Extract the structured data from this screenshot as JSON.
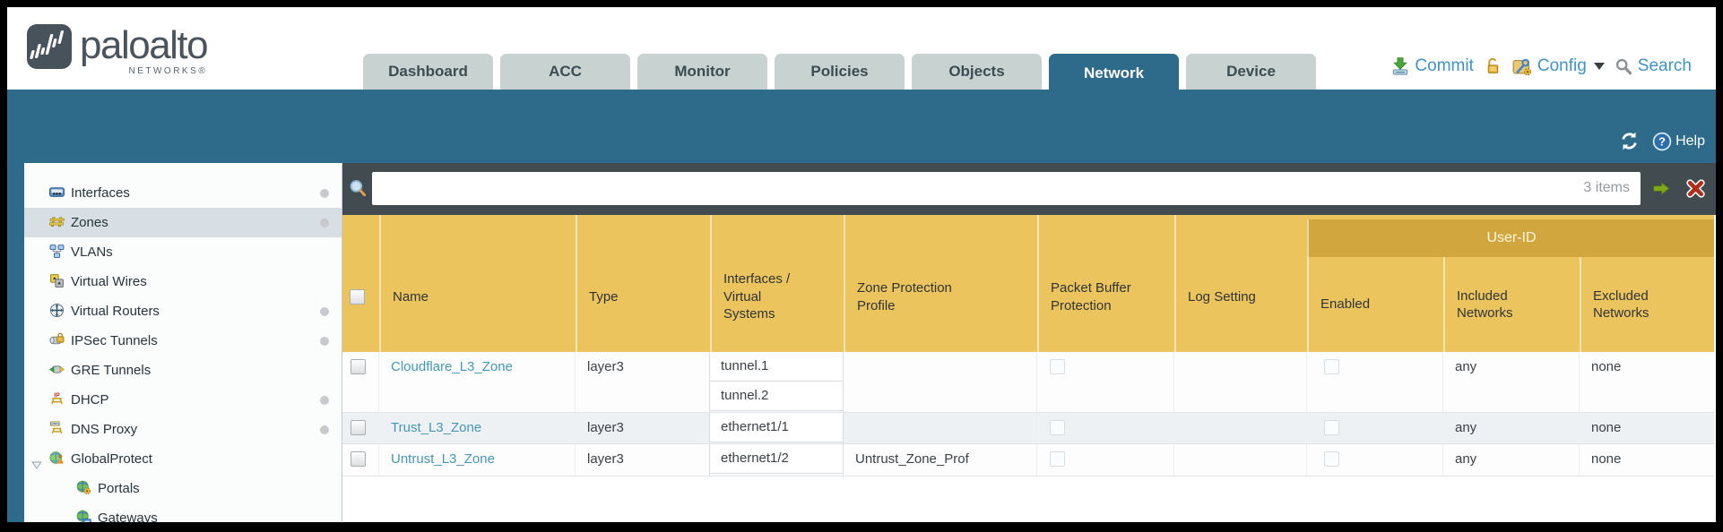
{
  "brand": {
    "name": "paloalto",
    "sub": "NETWORKS®"
  },
  "nav_tabs": [
    {
      "label": "Dashboard",
      "active": false
    },
    {
      "label": "ACC",
      "active": false
    },
    {
      "label": "Monitor",
      "active": false
    },
    {
      "label": "Policies",
      "active": false
    },
    {
      "label": "Objects",
      "active": false
    },
    {
      "label": "Network",
      "active": true
    },
    {
      "label": "Device",
      "active": false
    }
  ],
  "header_actions": {
    "commit": "Commit",
    "config": "Config",
    "search": "Search"
  },
  "band": {
    "help": "Help"
  },
  "sidebar": {
    "items": [
      {
        "id": "interfaces",
        "label": "Interfaces",
        "icon": "interfaces-icon",
        "dot": true,
        "selected": false,
        "child": false,
        "expander": false
      },
      {
        "id": "zones",
        "label": "Zones",
        "icon": "zones-icon",
        "dot": true,
        "selected": true,
        "child": false,
        "expander": false
      },
      {
        "id": "vlans",
        "label": "VLANs",
        "icon": "vlans-icon",
        "dot": false,
        "selected": false,
        "child": false,
        "expander": false
      },
      {
        "id": "virtual-wires",
        "label": "Virtual Wires",
        "icon": "virtual-wires-icon",
        "dot": false,
        "selected": false,
        "child": false,
        "expander": false
      },
      {
        "id": "virtual-routers",
        "label": "Virtual Routers",
        "icon": "virtual-routers-icon",
        "dot": true,
        "selected": false,
        "child": false,
        "expander": false
      },
      {
        "id": "ipsec-tunnels",
        "label": "IPSec Tunnels",
        "icon": "ipsec-tunnels-icon",
        "dot": true,
        "selected": false,
        "child": false,
        "expander": false
      },
      {
        "id": "gre-tunnels",
        "label": "GRE Tunnels",
        "icon": "gre-tunnels-icon",
        "dot": false,
        "selected": false,
        "child": false,
        "expander": false
      },
      {
        "id": "dhcp",
        "label": "DHCP",
        "icon": "dhcp-icon",
        "dot": true,
        "selected": false,
        "child": false,
        "expander": false
      },
      {
        "id": "dns-proxy",
        "label": "DNS Proxy",
        "icon": "dns-proxy-icon",
        "dot": true,
        "selected": false,
        "child": false,
        "expander": false
      },
      {
        "id": "globalprotect",
        "label": "GlobalProtect",
        "icon": "globalprotect-icon",
        "dot": false,
        "selected": false,
        "child": false,
        "expander": true
      },
      {
        "id": "portals",
        "label": "Portals",
        "icon": "portals-icon",
        "dot": false,
        "selected": false,
        "child": true,
        "expander": false
      },
      {
        "id": "gateways",
        "label": "Gateways",
        "icon": "gateways-icon",
        "dot": false,
        "selected": false,
        "child": true,
        "expander": false
      }
    ]
  },
  "filter": {
    "value": "",
    "count_label": "3 items"
  },
  "table": {
    "group_header": "User-ID",
    "columns": [
      "Name",
      "Type",
      "Interfaces / Virtual Systems",
      "Zone Protection Profile",
      "Packet Buffer Protection",
      "Log Setting",
      "Enabled",
      "Included Networks",
      "Excluded Networks"
    ],
    "rows": [
      {
        "name": "Cloudflare_L3_Zone",
        "type": "layer3",
        "interfaces": [
          "tunnel.1",
          "tunnel.2"
        ],
        "zone_protection_profile": "",
        "packet_buffer_protection": false,
        "log_setting": "",
        "user_id_enabled": false,
        "included_networks": "any",
        "excluded_networks": "none"
      },
      {
        "name": "Trust_L3_Zone",
        "type": "layer3",
        "interfaces": [
          "ethernet1/1"
        ],
        "zone_protection_profile": "",
        "packet_buffer_protection": false,
        "log_setting": "",
        "user_id_enabled": false,
        "included_networks": "any",
        "excluded_networks": "none"
      },
      {
        "name": "Untrust_L3_Zone",
        "type": "layer3",
        "interfaces": [
          "ethernet1/2"
        ],
        "zone_protection_profile": "Untrust_Zone_Prof",
        "packet_buffer_protection": false,
        "log_setting": "",
        "user_id_enabled": false,
        "included_networks": "any",
        "excluded_networks": "none"
      }
    ]
  },
  "colors": {
    "teal": "#2e6b8a",
    "gold_header": "#ecc45e",
    "gold_group": "#d1a63e",
    "link_blue": "#4596b8",
    "action_blue": "#3e92c6",
    "dark_bar": "#424b50"
  }
}
